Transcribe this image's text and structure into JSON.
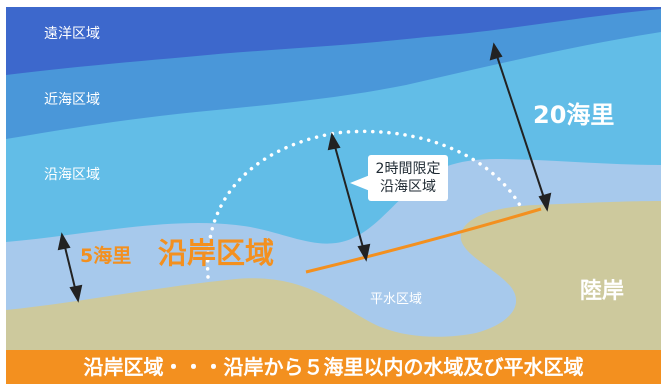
{
  "zones": {
    "offshore": "遠洋区域",
    "near_sea": "近海区域",
    "coastal": "沿海区域",
    "smooth_water": "平水区域",
    "land": "陸岸"
  },
  "distances": {
    "twenty_nm": "20海里",
    "five_nm": "5海里"
  },
  "coastal_zone_title": "沿岸区域",
  "callout": {
    "line1": "2時間限定",
    "line2": "沿海区域"
  },
  "footer": {
    "text": "沿岸区域・・・沿岸から５海里以内の水域及び平水区域"
  },
  "colors": {
    "offshore": "#3d68cc",
    "near_sea": "#4a97d9",
    "coastal": "#62bde7",
    "smooth_water": "#a7c9ec",
    "land": "#cdc99d",
    "accent": "#f3901f"
  }
}
